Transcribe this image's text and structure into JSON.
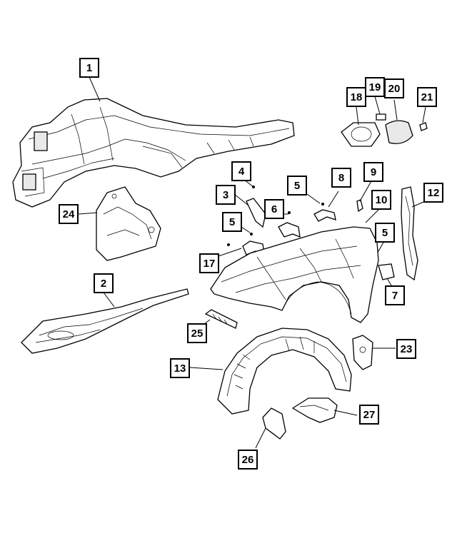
{
  "diagram": {
    "callouts": [
      {
        "id": "c1",
        "label": "1"
      },
      {
        "id": "c2",
        "label": "2"
      },
      {
        "id": "c3",
        "label": "3"
      },
      {
        "id": "c4",
        "label": "4"
      },
      {
        "id": "c5a",
        "label": "5"
      },
      {
        "id": "c5b",
        "label": "5"
      },
      {
        "id": "c5c",
        "label": "5"
      },
      {
        "id": "c6",
        "label": "6"
      },
      {
        "id": "c7",
        "label": "7"
      },
      {
        "id": "c8",
        "label": "8"
      },
      {
        "id": "c9",
        "label": "9"
      },
      {
        "id": "c10",
        "label": "10"
      },
      {
        "id": "c12",
        "label": "12"
      },
      {
        "id": "c13",
        "label": "13"
      },
      {
        "id": "c17",
        "label": "17"
      },
      {
        "id": "c18",
        "label": "18"
      },
      {
        "id": "c19",
        "label": "19"
      },
      {
        "id": "c20",
        "label": "20"
      },
      {
        "id": "c21",
        "label": "21"
      },
      {
        "id": "c23",
        "label": "23"
      },
      {
        "id": "c24",
        "label": "24"
      },
      {
        "id": "c25",
        "label": "25"
      },
      {
        "id": "c26",
        "label": "26"
      },
      {
        "id": "c27",
        "label": "27"
      }
    ]
  }
}
